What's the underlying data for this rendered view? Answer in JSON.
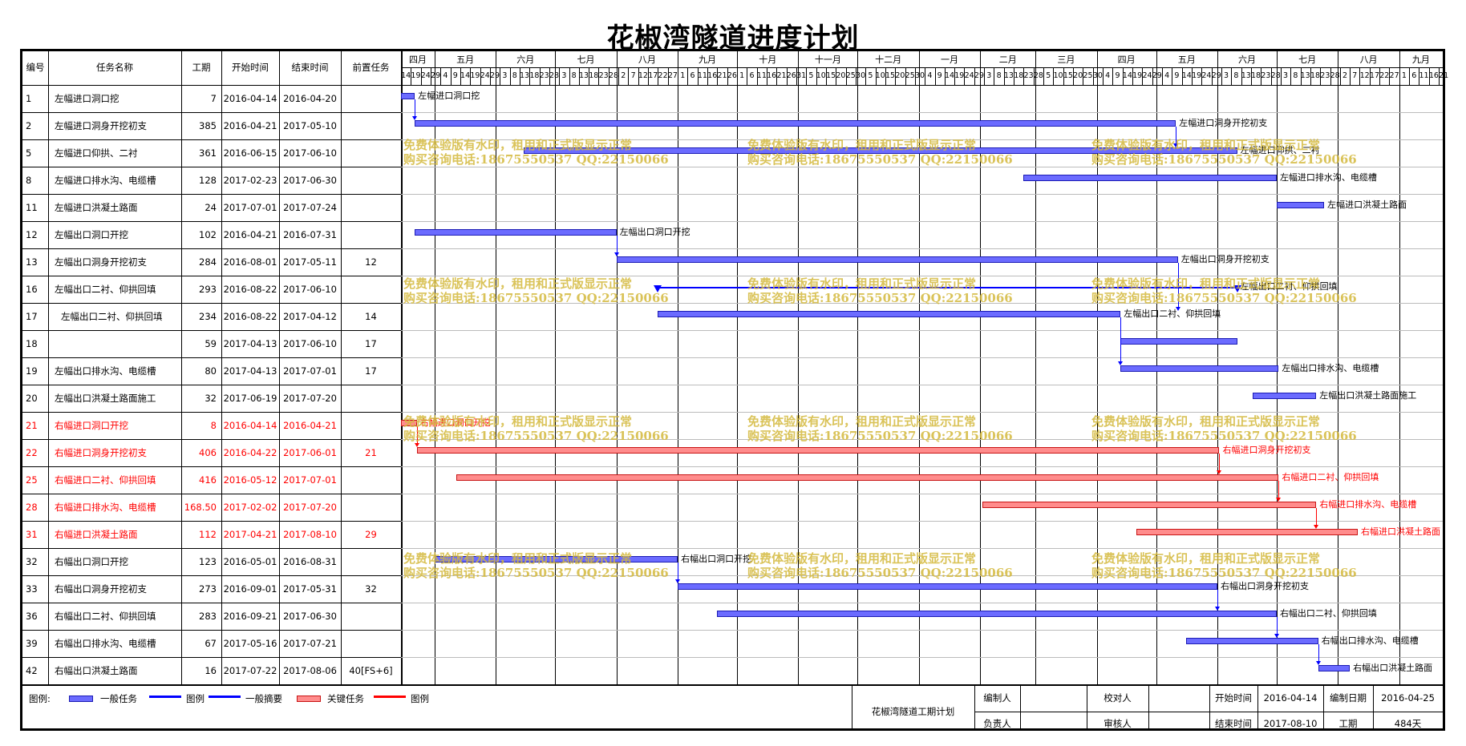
{
  "title": "花椒湾隧道进度计划",
  "columns": [
    "编号",
    "任务名称",
    "工期",
    "开始时间",
    "结束时间",
    "前置任务"
  ],
  "timeline": {
    "months": [
      "四月",
      "五月",
      "六月",
      "七月",
      "八月",
      "九月",
      "十月",
      "十一月",
      "十二月",
      "一月",
      "二月",
      "三月",
      "四月",
      "五月",
      "六月",
      "七月",
      "八月",
      "九月"
    ],
    "ticks": [
      "14",
      "19",
      "24",
      "29",
      "4",
      "9",
      "14",
      "19",
      "24",
      "29",
      "3",
      "8",
      "13",
      "18",
      "23",
      "28",
      "3",
      "8",
      "13",
      "18",
      "23",
      "28",
      "2",
      "7",
      "12",
      "17",
      "22",
      "27",
      "1",
      "6",
      "11",
      "16",
      "21",
      "26",
      "1",
      "6",
      "11",
      "16",
      "21",
      "26",
      "31",
      "5",
      "10",
      "15",
      "20",
      "25",
      "30",
      "5",
      "10",
      "15",
      "20",
      "25",
      "30",
      "4",
      "9",
      "14",
      "19",
      "24",
      "29",
      "3",
      "8",
      "13",
      "18",
      "23",
      "28",
      "5",
      "10",
      "15",
      "20",
      "25",
      "30",
      "4",
      "9",
      "14",
      "19",
      "24",
      "29",
      "4",
      "9",
      "14",
      "19",
      "24",
      "29",
      "3",
      "8",
      "13",
      "18",
      "23",
      "28",
      "3",
      "8",
      "13",
      "18",
      "23",
      "28",
      "2",
      "7",
      "12",
      "17",
      "22",
      "27",
      "1",
      "6",
      "11",
      "16",
      "21"
    ]
  },
  "chart_data": {
    "type": "gantt",
    "title": "花椒湾隧道进度计划",
    "x_range": [
      "2016-04-14",
      "2017-09-23"
    ],
    "tasks": [
      {
        "id": "1",
        "name": "左幅进口洞口挖",
        "duration": "7",
        "start": "2016-04-14",
        "end": "2016-04-20",
        "pred": "",
        "kind": "normal",
        "label": "左幅进口洞口挖"
      },
      {
        "id": "2",
        "name": "左幅进口洞身开挖初支",
        "duration": "385",
        "start": "2016-04-21",
        "end": "2017-05-10",
        "pred": "",
        "kind": "normal",
        "label": "左幅进口洞身开挖初支"
      },
      {
        "id": "5",
        "name": "左幅进口仰拱、二衬",
        "duration": "361",
        "start": "2016-06-15",
        "end": "2017-06-10",
        "pred": "",
        "kind": "normal",
        "label": "左幅进口仰拱、二衬"
      },
      {
        "id": "8",
        "name": "左幅进口排水沟、电缆槽",
        "duration": "128",
        "start": "2017-02-23",
        "end": "2017-06-30",
        "pred": "",
        "kind": "normal",
        "label": "左幅进口排水沟、电缆槽"
      },
      {
        "id": "11",
        "name": "左幅进口洪凝土路面",
        "duration": "24",
        "start": "2017-07-01",
        "end": "2017-07-24",
        "pred": "",
        "kind": "normal",
        "label": "左幅进口洪凝土路面"
      },
      {
        "id": "12",
        "name": "左幅出口洞口开挖",
        "duration": "102",
        "start": "2016-04-21",
        "end": "2016-07-31",
        "pred": "",
        "kind": "normal",
        "label": "左幅出口洞口开挖"
      },
      {
        "id": "13",
        "name": "左幅出口洞身开挖初支",
        "duration": "284",
        "start": "2016-08-01",
        "end": "2017-05-11",
        "pred": "12",
        "kind": "normal",
        "label": "左幅出口洞身开挖初支"
      },
      {
        "id": "16",
        "name": "左幅出口二衬、仰拱回填",
        "duration": "293",
        "start": "2016-08-22",
        "end": "2017-06-10",
        "pred": "",
        "kind": "summary",
        "label": "左幅出口二衬、仰拱回填"
      },
      {
        "id": "17",
        "name": "左幅出口二衬、仰拱回填",
        "duration": "234",
        "start": "2016-08-22",
        "end": "2017-04-12",
        "pred": "14",
        "kind": "normal",
        "label": "左幅出口二衬、仰拱回填"
      },
      {
        "id": "18",
        "name": "",
        "duration": "59",
        "start": "2017-04-13",
        "end": "2017-06-10",
        "pred": "17",
        "kind": "normal",
        "label": ""
      },
      {
        "id": "19",
        "name": "左幅出口排水沟、电缆槽",
        "duration": "80",
        "start": "2017-04-13",
        "end": "2017-07-01",
        "pred": "17",
        "kind": "normal",
        "label": "左幅出口排水沟、电缆槽"
      },
      {
        "id": "20",
        "name": "左幅出口洪凝土路面施工",
        "duration": "32",
        "start": "2017-06-19",
        "end": "2017-07-20",
        "pred": "",
        "kind": "normal",
        "label": "左幅出口洪凝土路面施工"
      },
      {
        "id": "21",
        "name": "右幅进口洞口开挖",
        "duration": "8",
        "start": "2016-04-14",
        "end": "2016-04-21",
        "pred": "",
        "kind": "critical",
        "label": "右幅进口洞口开挖"
      },
      {
        "id": "22",
        "name": "右幅进口洞身开挖初支",
        "duration": "406",
        "start": "2016-04-22",
        "end": "2017-06-01",
        "pred": "21",
        "kind": "critical",
        "label": "右幅进口洞身开挖初支"
      },
      {
        "id": "25",
        "name": "右幅进口二衬、仰拱回填",
        "duration": "416",
        "start": "2016-05-12",
        "end": "2017-07-01",
        "pred": "",
        "kind": "critical",
        "label": "右幅进口二衬、仰拱回填"
      },
      {
        "id": "28",
        "name": "右幅进口排水沟、电缆槽",
        "duration": "168.50",
        "start": "2017-02-02",
        "end": "2017-07-20",
        "pred": "",
        "kind": "critical",
        "label": "右幅进口排水沟、电缆槽"
      },
      {
        "id": "31",
        "name": "右幅进口洪凝土路面",
        "duration": "112",
        "start": "2017-04-21",
        "end": "2017-08-10",
        "pred": "29",
        "kind": "critical",
        "label": "右幅进口洪凝土路面"
      },
      {
        "id": "32",
        "name": "右幅出口洞口开挖",
        "duration": "123",
        "start": "2016-05-01",
        "end": "2016-08-31",
        "pred": "",
        "kind": "normal",
        "label": "右幅出口洞口开挖"
      },
      {
        "id": "33",
        "name": "右幅出口洞身开挖初支",
        "duration": "273",
        "start": "2016-09-01",
        "end": "2017-05-31",
        "pred": "32",
        "kind": "normal",
        "label": "右幅出口洞身开挖初支"
      },
      {
        "id": "36",
        "name": "右幅出口二衬、仰拱回填",
        "duration": "283",
        "start": "2016-09-21",
        "end": "2017-06-30",
        "pred": "",
        "kind": "normal",
        "label": "右幅出口二衬、仰拱回填"
      },
      {
        "id": "39",
        "name": "右幅出口排水沟、电缆槽",
        "duration": "67",
        "start": "2017-05-16",
        "end": "2017-07-21",
        "pred": "",
        "kind": "normal",
        "label": "右幅出口排水沟、电缆槽"
      },
      {
        "id": "42",
        "name": "右幅出口洪凝土路面",
        "duration": "16",
        "start": "2017-07-22",
        "end": "2017-08-06",
        "pred": "40[FS+6]",
        "kind": "normal",
        "label": "右幅出口洪凝土路面"
      }
    ],
    "links": [
      [
        0,
        1
      ],
      [
        1,
        2
      ],
      [
        5,
        6
      ],
      [
        6,
        8
      ],
      [
        8,
        10
      ],
      [
        12,
        13
      ],
      [
        13,
        14
      ],
      [
        14,
        15
      ],
      [
        15,
        16
      ],
      [
        17,
        18
      ],
      [
        18,
        19
      ],
      [
        19,
        20
      ],
      [
        20,
        21
      ]
    ]
  },
  "watermark": {
    "line1": "免费体验版有水印，租用和正式版显示正常",
    "line2": "购买咨询电话:18675550537 QQ:22150066"
  },
  "legend": {
    "title": "图例:",
    "normal": "一般任务",
    "milestone": "图例",
    "summary": "一般摘要",
    "critical": "关键任务",
    "critical_milestone": "图例"
  },
  "footer": {
    "project": "花椒湾隧道工期计划",
    "editor_label": "编制人",
    "checker_label": "校对人",
    "owner_label": "负责人",
    "reviewer_label": "审核人",
    "start_label": "开始时间",
    "start_value": "2016-04-14",
    "end_label": "结束时间",
    "end_value": "2017-08-10",
    "date_label": "编制日期",
    "date_value": "2016-04-25",
    "duration_label": "工期",
    "duration_value": "484天"
  },
  "colors": {
    "normal": "#6b6bff",
    "critical": "#ff8c8c",
    "link_normal": "#0000ff",
    "link_critical": "#ff0000",
    "critical_text": "#ff0000"
  }
}
